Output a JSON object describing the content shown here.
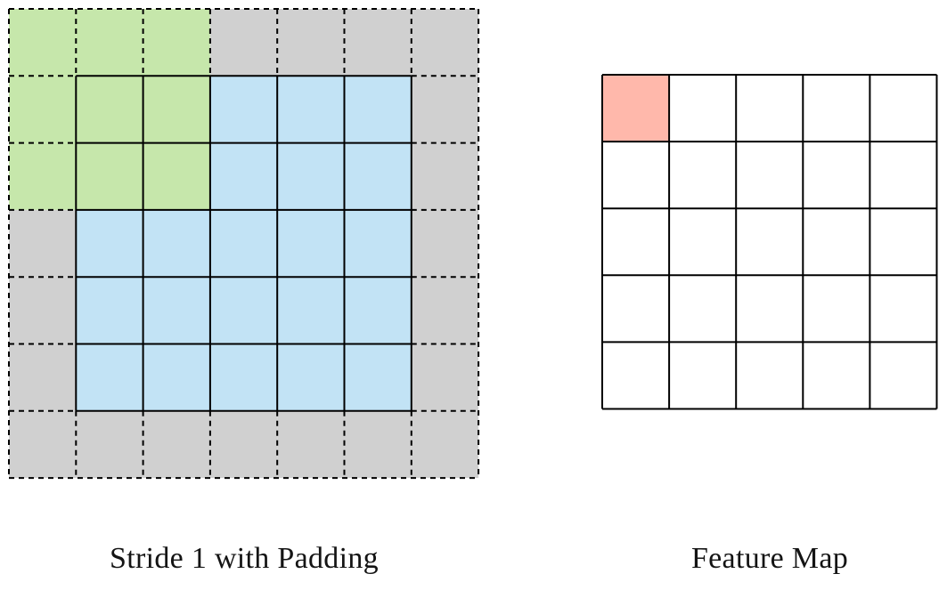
{
  "colors": {
    "background": "#ffffff",
    "grid_line": "#000000",
    "caption_text": "#141414",
    "cells": {
      "G": "#c6e7ab",
      "I": "#c2e3f5",
      "P": "#d0d0d0",
      "F": "#ffb8ab",
      "W": "#ffffff"
    },
    "cell_meanings": {
      "G": "kernel-window-green",
      "I": "input-blue",
      "P": "padding-gray",
      "F": "active-output-salmon",
      "W": "empty-white"
    }
  },
  "grids": {
    "padded_input": {
      "label": "Stride 1 with Padding",
      "rows": 7,
      "cols": 7,
      "ring_dashed": true,
      "cells": [
        "GGGPPPP",
        "GGGIIIP",
        "GGGIIIP",
        "PIIIIIP",
        "PIIIIIP",
        "PIIIIIP",
        "PPPPPPP"
      ]
    },
    "feature_map": {
      "label": "Feature Map",
      "rows": 5,
      "cols": 5,
      "ring_dashed": false,
      "cells": [
        "FWWWW",
        "WWWWW",
        "WWWWW",
        "WWWWW",
        "WWWWW"
      ]
    }
  }
}
